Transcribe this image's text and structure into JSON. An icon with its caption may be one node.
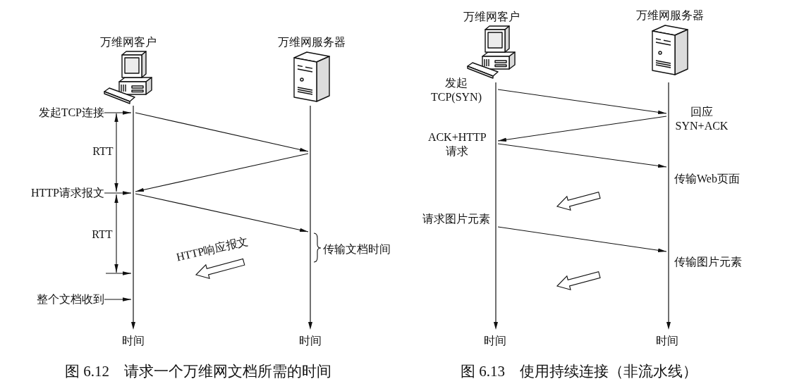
{
  "diagram": {
    "nodes": [
      {
        "text": [
          "万维网客户"
        ]
      },
      {
        "text": [
          "万维网服务器"
        ]
      },
      {
        "text": [],
        "shape": "line"
      },
      {
        "text": [],
        "shape": "line"
      },
      {
        "text": [
          "发起TCP连接"
        ]
      },
      {
        "text": [
          "HTTP请求报文"
        ]
      },
      {
        "text": [
          "整个文档收到"
        ]
      },
      {
        "text": [
          "万维网客户"
        ]
      },
      {
        "text": [
          "万维网服务器"
        ]
      },
      {
        "text": [],
        "shape": "line"
      },
      {
        "text": [],
        "shape": "line"
      }
    ],
    "edges": [
      {
        "from": 2,
        "to": 3,
        "arrow": "to"
      },
      {
        "from": 3,
        "to": 2,
        "arrow": "to"
      },
      {
        "from": 2,
        "to": 3,
        "arrow": "to"
      },
      {
        "from": 4,
        "to": 2,
        "arrow": "to"
      },
      {
        "from": 5,
        "to": 2,
        "arrow": "to"
      },
      {
        "from": null,
        "to": 2,
        "arrow": "to"
      },
      {
        "from": 6,
        "to": 2,
        "arrow": "to"
      },
      {
        "from": 9,
        "to": 10,
        "arrow": "to"
      },
      {
        "from": 10,
        "to": 9,
        "arrow": "to"
      },
      {
        "from": 9,
        "to": 10,
        "arrow": "to"
      },
      {
        "from": 9,
        "to": 10,
        "arrow": "to"
      }
    ],
    "labels": [
      "RTT",
      "RTT",
      "HTTP响应报文",
      "传输文档时间",
      "时间",
      "时间",
      "图 6.12　请求一个万维网文档所需的时间",
      "发起 TCP(SYN)",
      "回应 SYN+ACK",
      "ACK+HTTP 请求",
      "传输Web页面",
      "请求图片元素",
      "传输图片元素",
      "时间",
      "时间",
      "图 6.13　使用持续连接（非流水线）"
    ]
  }
}
